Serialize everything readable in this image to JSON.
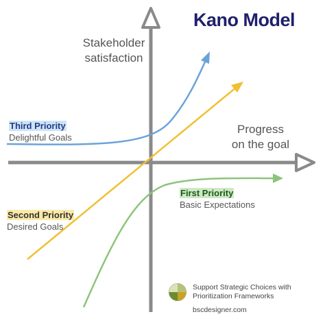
{
  "title": "Kano Model",
  "axes": {
    "y_label_line1": "Stakeholder",
    "y_label_line2": "satisfaction",
    "x_label_line1": "Progress",
    "x_label_line2": "on the goal"
  },
  "priorities": {
    "third": {
      "tag": "Third Priority",
      "desc": "Delightful Goals",
      "color": "#6aa3d8"
    },
    "second": {
      "tag": "Second Priority",
      "desc": "Desired Goals",
      "color": "#f0c030"
    },
    "first": {
      "tag": "First Priority",
      "desc": "Basic Expectations",
      "color": "#8cc47a"
    }
  },
  "footer": {
    "line1": "Support Strategic Choices with",
    "line2": "Prioritization Frameworks",
    "site": "bscdesigner.com"
  },
  "colors": {
    "axis": "#8a8a8a",
    "title": "#1f1f6b"
  }
}
